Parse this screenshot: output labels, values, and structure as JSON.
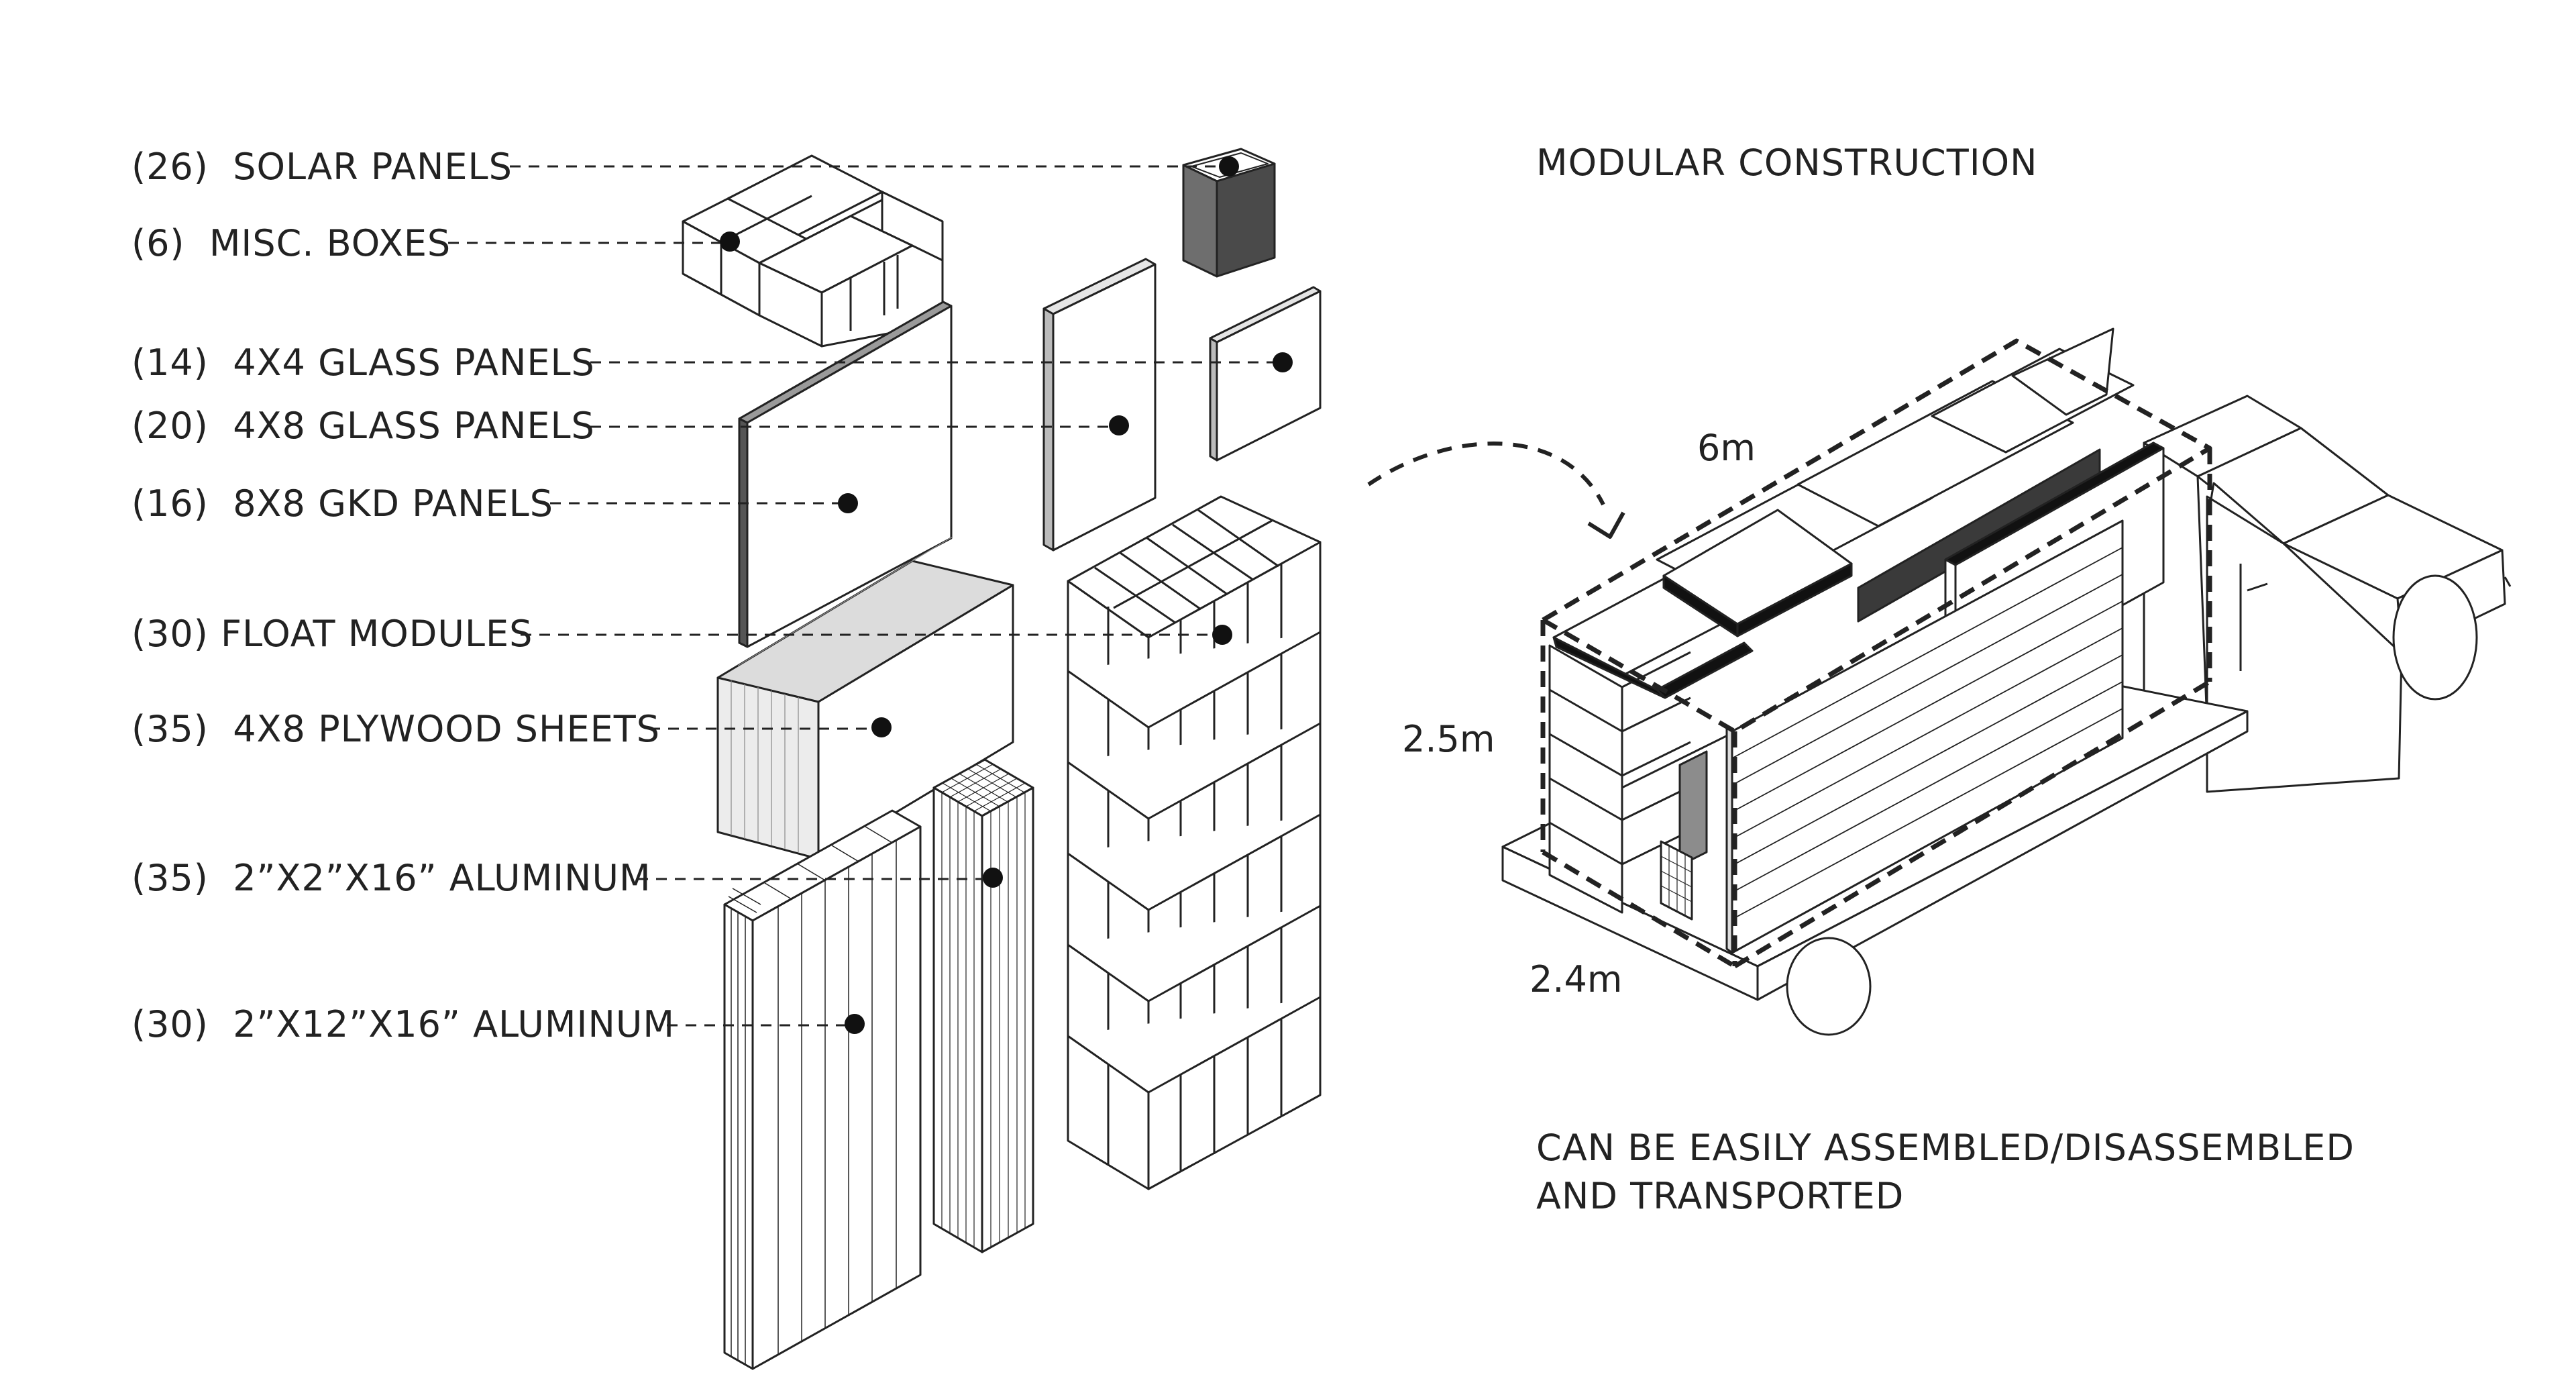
{
  "title": "MODULAR CONSTRUCTION",
  "components": [
    {
      "count": "(26)",
      "name": "SOLAR PANELS"
    },
    {
      "count": "(6)",
      "name": "MISC. BOXES"
    },
    {
      "count": "(14)",
      "name": "4X4 GLASS PANELS"
    },
    {
      "count": "(20)",
      "name": "4X8 GLASS PANELS"
    },
    {
      "count": "(16)",
      "name": "8X8 GKD PANELS"
    },
    {
      "count": "(30)",
      "name": "FLOAT MODULES"
    },
    {
      "count": "(35)",
      "name": "4X8 PLYWOOD SHEETS"
    },
    {
      "count": "(35)",
      "name": "2”X2”X16” ALUMINUM"
    },
    {
      "count": "(30)",
      "name": "2”X12”X16” ALUMINUM"
    }
  ],
  "dimensions": {
    "length": "6m",
    "height": "2.5m",
    "width": "2.4m"
  },
  "caption": {
    "line1": "CAN BE EASILY ASSEMBLED/DISASSEMBLED",
    "line2": "AND TRANSPORTED"
  },
  "colors": {
    "ink": "#222222",
    "dark_fill": "#3a3a3a",
    "mid_fill": "#8c8c8c",
    "light_fill": "#cfcfcf"
  }
}
